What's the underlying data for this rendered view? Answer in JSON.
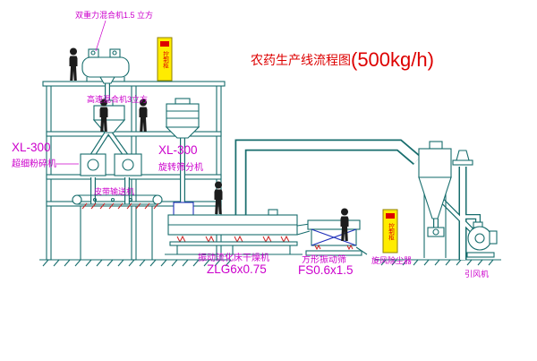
{
  "title": {
    "main": "农药生产线流程图",
    "capacity": "(500kg/h)"
  },
  "labels": {
    "double_gravity_mixer": "双重力混合机1.5 立方",
    "high_speed_mixer": "高速混合机3立方",
    "pulverizer_model": "XL-300",
    "pulverizer": "超细粉碎机",
    "rotary_screen_model": "XL-300",
    "rotary_screen": "旋转筛分机",
    "belt_conveyor": "皮带输送机",
    "fluid_bed_dryer": "振动流化床干燥机",
    "fluid_bed_dryer_model": "ZLG6x0.75",
    "square_screen": "方形振动筛",
    "square_screen_model": "FS0.6x1.5",
    "cyclone_dust_collector": "旋风除尘器",
    "induced_draft_fan": "引风机"
  },
  "cabinets": {
    "cabinet1": "控制柜",
    "cabinet2": "控制柜"
  },
  "colors": {
    "line": "#176d6d",
    "label": "#cc00cc",
    "title": "#dd0000",
    "cabinet_fill": "#ffec00",
    "detail_blue": "#2233bb",
    "accent_red": "#cc2222"
  }
}
